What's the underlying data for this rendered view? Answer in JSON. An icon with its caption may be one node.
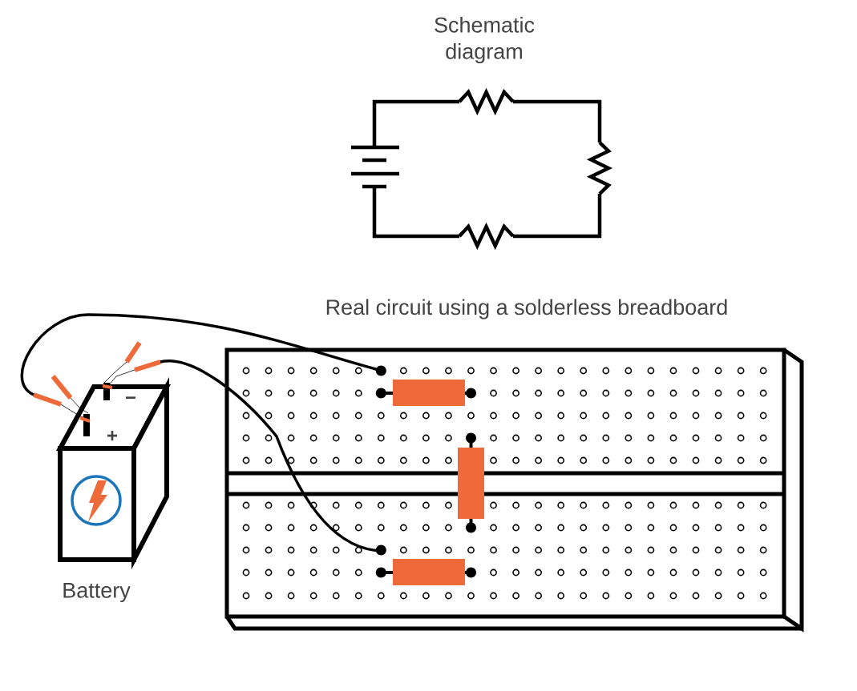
{
  "diagram": {
    "title": "Schematic diagram",
    "nodes": [
      {
        "text": [],
        "shape": "picture",
        "beside": [
          "Battery"
        ]
      },
      {
        "text": [],
        "shape": "picture",
        "beside": [
          "Real circuit using a solderless breadboard"
        ]
      },
      {
        "text": [],
        "shape": "battery"
      },
      {
        "text": [],
        "shape": "zigzag"
      },
      {
        "text": [],
        "shape": "zigzag"
      },
      {
        "text": [],
        "shape": "zigzag"
      }
    ],
    "edges": [
      {
        "from": 2,
        "to": 3,
        "arrow": "none"
      },
      {
        "from": 3,
        "to": 4,
        "arrow": "none"
      },
      {
        "from": 4,
        "to": 5,
        "arrow": "none"
      },
      {
        "from": 5,
        "to": 2,
        "arrow": "none"
      },
      {
        "from": 0,
        "to": 1,
        "arrow": "none"
      },
      {
        "from": 0,
        "to": 1,
        "arrow": "none"
      }
    ],
    "labels": [
      "+",
      "−"
    ]
  }
}
